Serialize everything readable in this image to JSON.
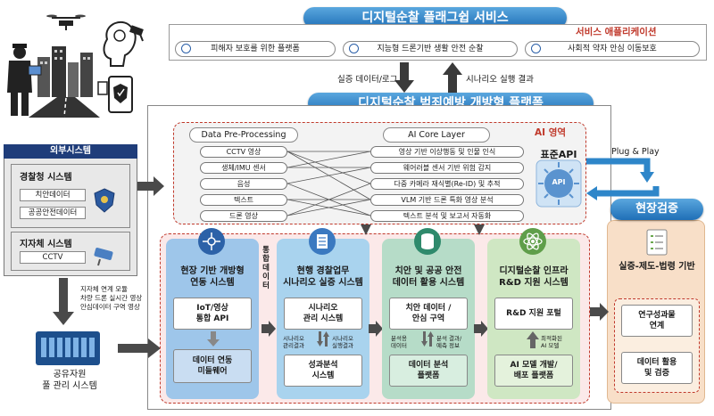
{
  "top_service": {
    "title": "디지털순찰 플래그쉽 서비스",
    "app_label": "서비스 애플리케이션",
    "items": [
      "피해자 보호를 위한 플랫폼",
      "지능형 드론기반 생활 안전 순찰",
      "사회적 약자 안심 이동보호"
    ]
  },
  "flows": {
    "down": "실증 데이터/로그",
    "up": "시나리오 실행 결과"
  },
  "platform_title": "디지털순찰 범죄예방 개방형 플랫폼",
  "external": {
    "title": "외부시스템",
    "police": {
      "title": "경찰청 시스템",
      "items": [
        "치안데이터",
        "공공안전데이터"
      ]
    },
    "local": {
      "title": "지자체 시스템",
      "items": [
        "CCTV"
      ]
    },
    "link_note": [
      "지자체 연계 모듈",
      "차량 드론 실시간 영상",
      "안심데이터 구역 영상"
    ],
    "pool": [
      "공유자원",
      "풀 관리 시스템"
    ]
  },
  "ai_zone": {
    "label": "AI 영역",
    "preprocessing": {
      "title": "Data Pre-Processing",
      "items": [
        "CCTV 영상",
        "생체/IMU 센서",
        "음성",
        "텍스트",
        "드론 영상"
      ]
    },
    "core": {
      "title": "AI Core Layer",
      "items": [
        "영상 기반 이상행동 및 인물 인식",
        "웨어러블 센서 기반 위험 감지",
        "다중 카메라 재식별(Re-ID) 및 추적",
        "VLM 기반 드론 특화 영상 분석",
        "텍스트 분석 및 보고서 자동화"
      ]
    },
    "api": {
      "title": "표준API",
      "chip": "API"
    }
  },
  "plug_play": "Plug & Play",
  "field_test": {
    "title": "현장검증",
    "subtitle": "실증-제도-법령 기반",
    "boxes": [
      "연구성과물 연계",
      "데이터 활용 및 검증"
    ]
  },
  "integration_label": "통합 데이터",
  "systems": [
    {
      "title": [
        "현장 기반 개방형",
        "연동 시스템"
      ],
      "boxes": [
        [
          "IoT/영상",
          "통합 API"
        ],
        [
          "데이터 연동",
          "미들웨어"
        ]
      ],
      "notes": []
    },
    {
      "title": [
        "현행 경찰업무",
        "시나리오 실증 시스템"
      ],
      "boxes": [
        [
          "시나리오",
          "관리 시스템"
        ],
        [
          "성과분석",
          "시스템"
        ]
      ],
      "notes": [
        [
          "시나리오",
          "관리결과"
        ],
        [
          "시나리오",
          "실행결과"
        ]
      ]
    },
    {
      "title": [
        "치안 및 공공 안전",
        "데이터 활용 시스템"
      ],
      "boxes": [
        [
          "치안 데이터 /",
          "안심 구역"
        ],
        [
          "데이터 분석",
          "플랫폼"
        ]
      ],
      "notes": [
        [
          "분석용",
          "데이터"
        ],
        [
          "분석 결과/",
          "예측 정보"
        ]
      ]
    },
    {
      "title": [
        "디지털순찰 인프라",
        "R&D 지원 시스템"
      ],
      "boxes": [
        [
          "R&D 지원 포털"
        ],
        [
          "AI 모델 개발/",
          "배포 플랫폼"
        ]
      ],
      "notes": [
        [
          "최적화된",
          "AI 모델"
        ]
      ]
    }
  ],
  "colors": {
    "blue_pill": "#1f6fb7",
    "ai_red": "#c0392b",
    "col1": "#9ec6ea",
    "col2": "#a9d3ee",
    "col3": "#b6dcc8",
    "col4": "#cfe7c3",
    "field_bg": "#f8dfc8"
  }
}
